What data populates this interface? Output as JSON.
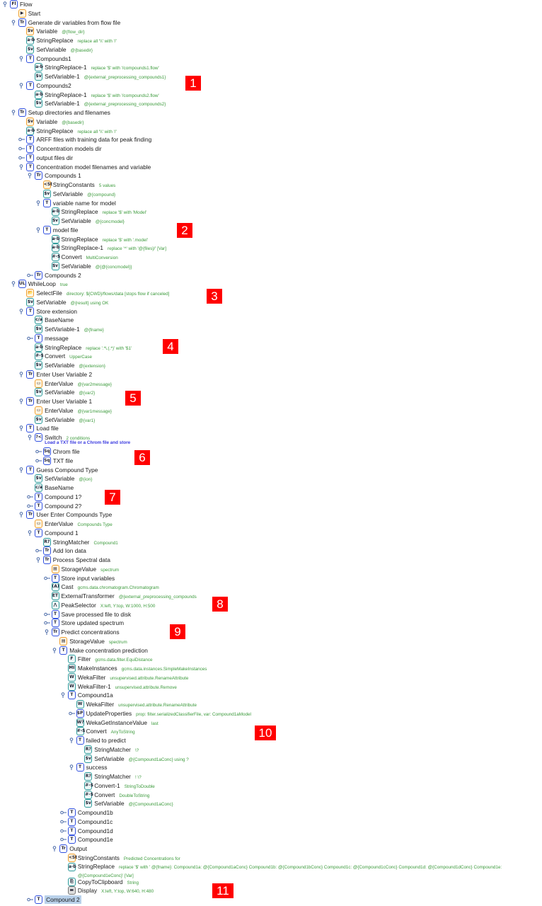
{
  "colors": {
    "accent_control": "#3050e0",
    "source": "#f0a030",
    "transformer": "#2f9c9c",
    "detail": "#3b9a3b",
    "selection": "#b9d1ea",
    "callout": "#ff0000"
  },
  "tree": {
    "rows": [
      {
        "d": 0,
        "t": "open",
        "ic": "Fl",
        "c": "blue",
        "name": "flow-icon",
        "label": "Flow"
      },
      {
        "d": 1,
        "t": "",
        "ic": "▶",
        "c": "orange",
        "name": "start-icon",
        "label": "Start"
      },
      {
        "d": 1,
        "t": "open",
        "ic": "Tr",
        "c": "blue",
        "name": "trigger-icon",
        "label": "Generate dir variables from flow file"
      },
      {
        "d": 2,
        "t": "",
        "ic": "$v",
        "c": "orange",
        "name": "variable-icon",
        "label": "Variable",
        "detail": "@{flow_dir}"
      },
      {
        "d": 2,
        "t": "",
        "ic": "a-b",
        "c": "teal",
        "name": "string-replace-icon",
        "label": "StringReplace",
        "detail": "replace all '\\\\' with '/'"
      },
      {
        "d": 2,
        "t": "",
        "ic": "$v",
        "c": "teal",
        "name": "set-variable-icon",
        "label": "SetVariable",
        "detail": "@{basedir}"
      },
      {
        "d": 2,
        "t": "open",
        "ic": "T",
        "c": "blue",
        "name": "tee-icon",
        "label": "Compounds1"
      },
      {
        "d": 3,
        "t": "",
        "ic": "a-b",
        "c": "teal",
        "name": "string-replace-icon",
        "label": "StringReplace-1",
        "detail": "replace '$' with '/compounds1.flow'"
      },
      {
        "d": 3,
        "t": "",
        "ic": "$v",
        "c": "teal",
        "name": "set-variable-icon",
        "label": "SetVariable-1",
        "detail": "@{external_preprocessing_compounds1}"
      },
      {
        "d": 2,
        "t": "open",
        "ic": "T",
        "c": "blue",
        "name": "tee-icon",
        "label": "Compounds2"
      },
      {
        "d": 3,
        "t": "",
        "ic": "a-b",
        "c": "teal",
        "name": "string-replace-icon",
        "label": "StringReplace-1",
        "detail": "replace '$' with '/compounds2.flow'"
      },
      {
        "d": 3,
        "t": "",
        "ic": "$v",
        "c": "teal",
        "name": "set-variable-icon",
        "label": "SetVariable-1",
        "detail": "@{external_preprocessing_compounds2}"
      },
      {
        "d": 1,
        "t": "open",
        "ic": "Tr",
        "c": "blue",
        "name": "trigger-icon",
        "label": "Setup directories and filenames"
      },
      {
        "d": 2,
        "t": "",
        "ic": "$v",
        "c": "orange",
        "name": "variable-icon",
        "label": "Variable",
        "detail": "@{basedir}"
      },
      {
        "d": 2,
        "t": "",
        "ic": "a-b",
        "c": "teal",
        "name": "string-replace-icon",
        "label": "StringReplace",
        "detail": "replace all '\\\\' with '/'"
      },
      {
        "d": 2,
        "t": "closed",
        "ic": "T",
        "c": "blue",
        "name": "tee-icon",
        "label": "ARFF files with training data for peak finding"
      },
      {
        "d": 2,
        "t": "closed",
        "ic": "T",
        "c": "blue",
        "name": "tee-icon",
        "label": "Concentration models dir"
      },
      {
        "d": 2,
        "t": "closed",
        "ic": "T",
        "c": "blue",
        "name": "tee-icon",
        "label": "output files dir"
      },
      {
        "d": 2,
        "t": "open",
        "ic": "T",
        "c": "blue",
        "name": "tee-icon",
        "label": "Concentration model filenames and variable"
      },
      {
        "d": 3,
        "t": "open",
        "ic": "Tr",
        "c": "blue",
        "name": "trigger-icon",
        "label": "Compounds 1"
      },
      {
        "d": 4,
        "t": "",
        "ic": "<St",
        "c": "orange",
        "name": "string-constants-icon",
        "label": "StringConstants",
        "detail": "5 values"
      },
      {
        "d": 4,
        "t": "",
        "ic": "$v",
        "c": "teal",
        "name": "set-variable-icon",
        "label": "SetVariable",
        "detail": "@{compound}"
      },
      {
        "d": 4,
        "t": "open",
        "ic": "T",
        "c": "blue",
        "name": "tee-icon",
        "label": "variable name for model"
      },
      {
        "d": 5,
        "t": "",
        "ic": "a-b",
        "c": "teal",
        "name": "string-replace-icon",
        "label": "StringReplace",
        "detail": "replace '$' with 'Model'"
      },
      {
        "d": 5,
        "t": "",
        "ic": "$v",
        "c": "teal",
        "name": "set-variable-icon",
        "label": "SetVariable",
        "detail": "@{concmodel}"
      },
      {
        "d": 4,
        "t": "open",
        "ic": "T",
        "c": "blue",
        "name": "tee-icon",
        "label": "model file"
      },
      {
        "d": 5,
        "t": "",
        "ic": "a-b",
        "c": "teal",
        "name": "string-replace-icon",
        "label": "StringReplace",
        "detail": "replace '$' with '.model'"
      },
      {
        "d": 5,
        "t": "",
        "ic": "a-b",
        "c": "teal",
        "name": "string-replace-icon",
        "label": "StringReplace-1",
        "detail": "replace '^' with '@{files}/' [Var]"
      },
      {
        "d": 5,
        "t": "",
        "ic": "#-$",
        "c": "teal",
        "name": "convert-icon",
        "label": "Convert",
        "detail": "MultiConversion"
      },
      {
        "d": 5,
        "t": "",
        "ic": "$v",
        "c": "teal",
        "name": "set-variable-icon",
        "label": "SetVariable",
        "detail": "@{@{concmodel}}"
      },
      {
        "d": 3,
        "t": "closed",
        "ic": "Tr",
        "c": "blue",
        "name": "trigger-icon",
        "label": "Compounds 2"
      },
      {
        "d": 1,
        "t": "open",
        "ic": "UL",
        "c": "blue",
        "name": "while-loop-icon",
        "label": "WhileLoop",
        "detail": "true"
      },
      {
        "d": 2,
        "t": "",
        "ic": "📂",
        "c": "orange",
        "name": "folder-icon",
        "label": "SelectFile",
        "detail": "directory: ${CWD}/flows/data [stops flow if canceled]"
      },
      {
        "d": 2,
        "t": "",
        "ic": "$v",
        "c": "teal",
        "name": "set-variable-icon",
        "label": "SetVariable",
        "detail": "@{result} using OK"
      },
      {
        "d": 2,
        "t": "open",
        "ic": "T",
        "c": "blue",
        "name": "tee-icon",
        "label": "Store extension"
      },
      {
        "d": 3,
        "t": "",
        "ic": "c/a",
        "c": "teal",
        "name": "basename-icon",
        "label": "BaseName"
      },
      {
        "d": 3,
        "t": "",
        "ic": "$v",
        "c": "teal",
        "name": "set-variable-icon",
        "label": "SetVariable-1",
        "detail": "@{fname}"
      },
      {
        "d": 3,
        "t": "closed",
        "ic": "T",
        "c": "blue",
        "name": "tee-icon",
        "label": "message"
      },
      {
        "d": 3,
        "t": "",
        "ic": "a-b",
        "c": "teal",
        "name": "string-replace-icon",
        "label": "StringReplace",
        "detail": "replace '.*\\.(.*)' with '$1'"
      },
      {
        "d": 3,
        "t": "",
        "ic": "#-$",
        "c": "teal",
        "name": "convert-icon",
        "label": "Convert",
        "detail": "UpperCase"
      },
      {
        "d": 3,
        "t": "",
        "ic": "$v",
        "c": "teal",
        "name": "set-variable-icon",
        "label": "SetVariable",
        "detail": "@{extension}"
      },
      {
        "d": 2,
        "t": "open",
        "ic": "Tr",
        "c": "blue",
        "name": "trigger-icon",
        "label": "Enter User Variable 2"
      },
      {
        "d": 3,
        "t": "",
        "ic": "▭",
        "c": "orange",
        "name": "enter-value-icon",
        "label": "EnterValue",
        "detail": "@{var2message}"
      },
      {
        "d": 3,
        "t": "",
        "ic": "$v",
        "c": "teal",
        "name": "set-variable-icon",
        "label": "SetVariable",
        "detail": "@{var2}"
      },
      {
        "d": 2,
        "t": "open",
        "ic": "Tr",
        "c": "blue",
        "name": "trigger-icon",
        "label": "Enter User Variable 1"
      },
      {
        "d": 3,
        "t": "",
        "ic": "▭",
        "c": "orange",
        "name": "enter-value-icon",
        "label": "EnterValue",
        "detail": "@{var1message}"
      },
      {
        "d": 3,
        "t": "",
        "ic": "$v",
        "c": "teal",
        "name": "set-variable-icon",
        "label": "SetVariable",
        "detail": "@{var1}"
      },
      {
        "d": 2,
        "t": "open",
        "ic": "T",
        "c": "blue",
        "name": "tee-icon",
        "label": "Load file"
      },
      {
        "d": 3,
        "t": "open",
        "ic": "?<",
        "c": "blue",
        "name": "switch-icon",
        "label": "Switch",
        "detail": "2 conditions",
        "note": "Load a TXT file or a Chrom file and store",
        "tall": true
      },
      {
        "d": 4,
        "t": "closed",
        "ic": "Sq",
        "c": "blue",
        "name": "sequence-icon",
        "label": "Chrom file"
      },
      {
        "d": 4,
        "t": "closed",
        "ic": "Sq",
        "c": "blue",
        "name": "sequence-icon",
        "label": "TXT file"
      },
      {
        "d": 2,
        "t": "open",
        "ic": "T",
        "c": "blue",
        "name": "tee-icon",
        "label": "Guess Compound Type"
      },
      {
        "d": 3,
        "t": "",
        "ic": "$v",
        "c": "teal",
        "name": "set-variable-icon",
        "label": "SetVariable",
        "detail": "@{ion}"
      },
      {
        "d": 3,
        "t": "",
        "ic": "c/a",
        "c": "teal",
        "name": "basename-icon",
        "label": "BaseName"
      },
      {
        "d": 3,
        "t": "closed",
        "ic": "T",
        "c": "blue",
        "name": "tee-icon",
        "label": "Compound 1?"
      },
      {
        "d": 3,
        "t": "closed",
        "ic": "T",
        "c": "blue",
        "name": "tee-icon",
        "label": "Compound 2?"
      },
      {
        "d": 2,
        "t": "open",
        "ic": "Tr",
        "c": "blue",
        "name": "trigger-icon",
        "label": "User Enter Compounds Type"
      },
      {
        "d": 3,
        "t": "",
        "ic": "▭",
        "c": "orange",
        "name": "enter-value-icon",
        "label": "EnterValue",
        "detail": "Compounds Type"
      },
      {
        "d": 3,
        "t": "open",
        "ic": "T",
        "c": "blue",
        "name": "tee-icon",
        "label": "Compound 1"
      },
      {
        "d": 4,
        "t": "",
        "ic": "R?",
        "c": "teal",
        "name": "string-matcher-icon",
        "label": "StringMatcher",
        "detail": "Compound1"
      },
      {
        "d": 4,
        "t": "closed",
        "ic": "Tr",
        "c": "blue",
        "name": "trigger-icon",
        "label": "Add Ion data"
      },
      {
        "d": 4,
        "t": "open",
        "ic": "Tr",
        "c": "blue",
        "name": "trigger-icon",
        "label": "Process Spectral data"
      },
      {
        "d": 5,
        "t": "",
        "ic": "▤",
        "c": "orange",
        "name": "storage-value-icon",
        "label": "StorageValue",
        "detail": "spectrum"
      },
      {
        "d": 5,
        "t": "closed",
        "ic": "T",
        "c": "blue",
        "name": "tee-icon",
        "label": "Store input variables"
      },
      {
        "d": 5,
        "t": "",
        "ic": "(A)",
        "c": "teal",
        "name": "cast-icon",
        "label": "Cast",
        "detail": "gcms.data.chromatogram.Chromatogram"
      },
      {
        "d": 5,
        "t": "",
        "ic": "ET",
        "c": "teal",
        "name": "external-transformer-icon",
        "label": "ExternalTransformer",
        "detail": "@{external_preprocessing_compounds"
      },
      {
        "d": 5,
        "t": "",
        "ic": "⋀",
        "c": "teal",
        "name": "peak-selector-icon",
        "label": "PeakSelector",
        "detail": "X:left, Y:top, W:1000, H:500"
      },
      {
        "d": 5,
        "t": "closed",
        "ic": "T",
        "c": "blue",
        "name": "tee-icon",
        "label": "Save processed file to disk"
      },
      {
        "d": 5,
        "t": "closed",
        "ic": "T",
        "c": "blue",
        "name": "tee-icon",
        "label": "Store updated spectrum"
      },
      {
        "d": 5,
        "t": "open",
        "ic": "Tr",
        "c": "blue",
        "name": "trigger-icon",
        "label": "Predict concentrations"
      },
      {
        "d": 6,
        "t": "",
        "ic": "▤",
        "c": "orange",
        "name": "storage-value-icon",
        "label": "StorageValue",
        "detail": "spectrum"
      },
      {
        "d": 6,
        "t": "open",
        "ic": "T",
        "c": "blue",
        "name": "tee-icon",
        "label": "Make concentration prediction"
      },
      {
        "d": 7,
        "t": "",
        "ic": "F",
        "c": "teal",
        "name": "filter-icon",
        "label": "Filter",
        "detail": "gcms.data.filter.EquiDistance"
      },
      {
        "d": 7,
        "t": "",
        "ic": "MI",
        "c": "teal",
        "name": "make-instances-icon",
        "label": "MakeInstances",
        "detail": "gcms.data.instances.SimpleMakeInstances"
      },
      {
        "d": 7,
        "t": "",
        "ic": "W",
        "c": "teal",
        "name": "weka-filter-icon",
        "label": "WekaFilter",
        "detail": "unsupervised.attribute.RenameAttribute"
      },
      {
        "d": 7,
        "t": "",
        "ic": "W",
        "c": "teal",
        "name": "weka-filter-icon",
        "label": "WekaFilter-1",
        "detail": "unsupervised.attribute.Remove"
      },
      {
        "d": 7,
        "t": "open",
        "ic": "T",
        "c": "blue",
        "name": "tee-icon",
        "label": "Compound1a"
      },
      {
        "d": 8,
        "t": "",
        "ic": "W",
        "c": "teal",
        "name": "weka-filter-icon",
        "label": "WekaFilter",
        "detail": "unsupervised.attribute.RenameAttribute"
      },
      {
        "d": 8,
        "t": "closed",
        "ic": "$P",
        "c": "blue",
        "name": "update-properties-icon",
        "label": "UpdateProperties",
        "detail": "prop: filter.serializedClassifierFile, var: Compound1aModel"
      },
      {
        "d": 8,
        "t": "",
        "ic": "W?",
        "c": "teal",
        "name": "weka-get-instance-value-icon",
        "label": "WekaGetInstanceValue",
        "detail": "last"
      },
      {
        "d": 8,
        "t": "",
        "ic": "#-$",
        "c": "teal",
        "name": "convert-icon",
        "label": "Convert",
        "detail": "AnyToString"
      },
      {
        "d": 8,
        "t": "open",
        "ic": "T",
        "c": "blue",
        "name": "tee-icon",
        "label": "failed to predict"
      },
      {
        "d": 9,
        "t": "",
        "ic": "R?",
        "c": "teal",
        "name": "string-matcher-icon",
        "label": "StringMatcher",
        "detail": "\\?"
      },
      {
        "d": 9,
        "t": "",
        "ic": "$v",
        "c": "teal",
        "name": "set-variable-icon",
        "label": "SetVariable",
        "detail": "@{Compound1aConc} using ?"
      },
      {
        "d": 8,
        "t": "open",
        "ic": "T",
        "c": "blue",
        "name": "tee-icon",
        "label": "success"
      },
      {
        "d": 9,
        "t": "",
        "ic": "R?",
        "c": "teal",
        "name": "string-matcher-icon",
        "label": "StringMatcher",
        "detail": "! \\?"
      },
      {
        "d": 9,
        "t": "",
        "ic": "#-$",
        "c": "teal",
        "name": "convert-icon",
        "label": "Convert-1",
        "detail": "StringToDouble"
      },
      {
        "d": 9,
        "t": "",
        "ic": "#-$",
        "c": "teal",
        "name": "convert-icon",
        "label": "Convert",
        "detail": "DoubleToString"
      },
      {
        "d": 9,
        "t": "",
        "ic": "$v",
        "c": "teal",
        "name": "set-variable-icon",
        "label": "SetVariable",
        "detail": "@{Compound1aConc}"
      },
      {
        "d": 7,
        "t": "closed",
        "ic": "T",
        "c": "blue",
        "name": "tee-icon",
        "label": "Compound1b"
      },
      {
        "d": 7,
        "t": "closed",
        "ic": "T",
        "c": "blue",
        "name": "tee-icon",
        "label": "Compound1c"
      },
      {
        "d": 7,
        "t": "closed",
        "ic": "T",
        "c": "blue",
        "name": "tee-icon",
        "label": "Compound1d"
      },
      {
        "d": 7,
        "t": "closed",
        "ic": "T",
        "c": "blue",
        "name": "tee-icon",
        "label": "Compound1e"
      },
      {
        "d": 6,
        "t": "open",
        "ic": "Tr",
        "c": "blue",
        "name": "trigger-icon",
        "label": "Output"
      },
      {
        "d": 7,
        "t": "",
        "ic": "<St",
        "c": "orange",
        "name": "string-constants-icon",
        "label": "StringConstants",
        "detail": "Predicted Concentrations for"
      },
      {
        "d": 7,
        "t": "",
        "ic": "a-b",
        "c": "teal",
        "name": "string-replace-icon",
        "label": "StringReplace",
        "detail": "replace '$' with ' @{fname}: Compound1a: @{Compound1aConc} Compound1b: @{Compound1bConc} Compound1c: @{Compound1cConc} Compound1d: @{Compound1dConc} Compound1e: @{Compound1eConc}' [Var]"
      },
      {
        "d": 7,
        "t": "",
        "ic": "⎘",
        "c": "teal",
        "name": "clipboard-icon",
        "label": "CopyToClipboard",
        "detail": "String"
      },
      {
        "d": 7,
        "t": "",
        "ic": "▬",
        "c": "gray",
        "name": "display-icon",
        "label": "Display",
        "detail": "X:left, Y:top, W:640, H:480"
      },
      {
        "d": 3,
        "t": "closed",
        "ic": "T",
        "c": "blue",
        "name": "tee-icon",
        "label": "Compound 2",
        "selected": true
      }
    ]
  },
  "callouts": [
    "1",
    "2",
    "3",
    "4",
    "5",
    "6",
    "7",
    "8",
    "9",
    "10",
    "11"
  ]
}
